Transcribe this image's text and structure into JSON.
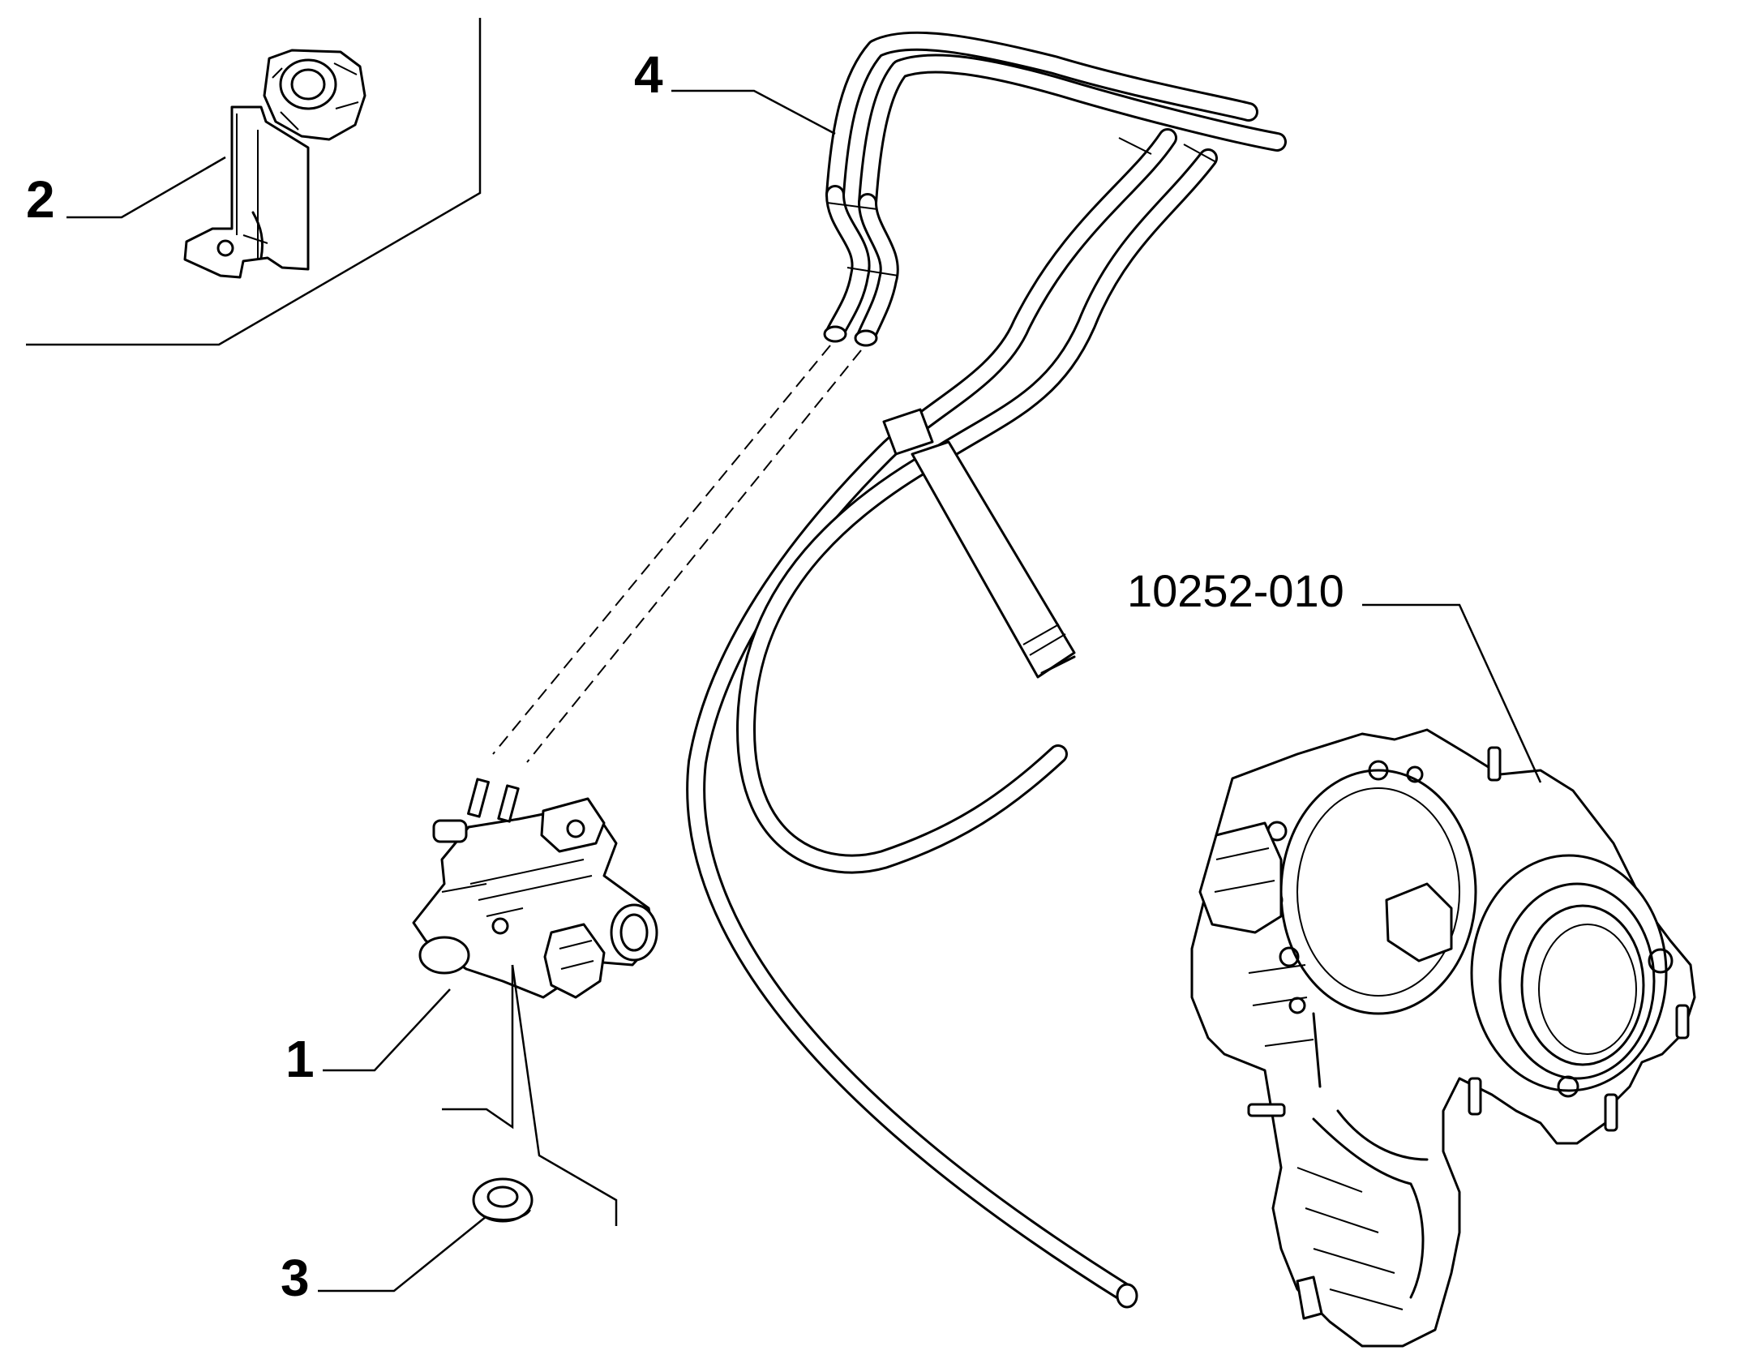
{
  "callouts": [
    {
      "id": "1",
      "label": "1"
    },
    {
      "id": "2",
      "label": "2"
    },
    {
      "id": "3",
      "label": "3"
    },
    {
      "id": "4",
      "label": "4"
    }
  ],
  "reference": {
    "label": "10252-010"
  },
  "colors": {
    "line": "#000000",
    "background": "#ffffff"
  }
}
